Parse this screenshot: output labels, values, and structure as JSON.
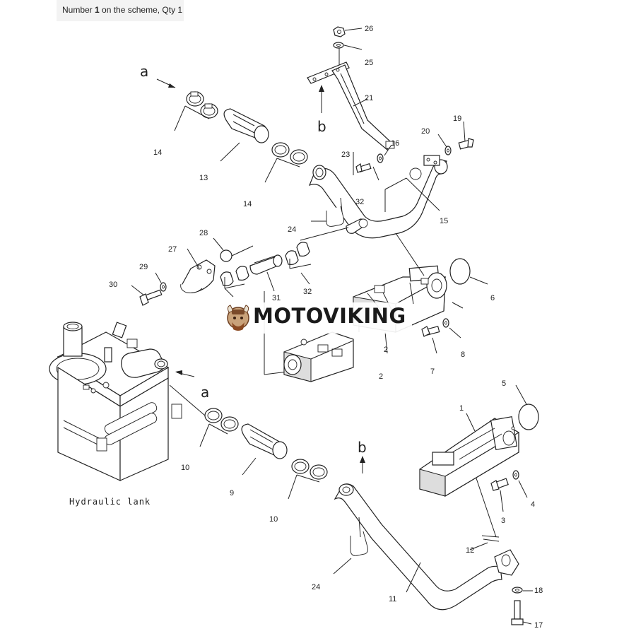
{
  "caption": {
    "prefix": "Number ",
    "number": "1",
    "suffix": " on the scheme, Qty 1"
  },
  "tank_label": "Hydraulic lank",
  "watermark": "MOTOVIKING",
  "direction_letters": {
    "a_top": "a",
    "a_tank": "a",
    "b_bracket": "b",
    "b_pipe": "b"
  },
  "part_labels": {
    "p1": "1",
    "p2a": "2",
    "p2b": "2",
    "p3": "3",
    "p4": "4",
    "p5": "5",
    "p6": "6",
    "p7": "7",
    "p8": "8",
    "p9": "9",
    "p10a": "10",
    "p10b": "10",
    "p11": "11",
    "p12": "12",
    "p13": "13",
    "p14a": "14",
    "p14b": "14",
    "p15": "15",
    "p16": "16",
    "p17": "17",
    "p18": "18",
    "p19": "19",
    "p20": "20",
    "p21": "21",
    "p23": "23",
    "p24a": "24",
    "p24b": "24",
    "p25": "25",
    "p26": "26",
    "p27": "27",
    "p28": "28",
    "p29": "29",
    "p30": "30",
    "p31": "31",
    "p32a": "32",
    "p32b": "32"
  }
}
